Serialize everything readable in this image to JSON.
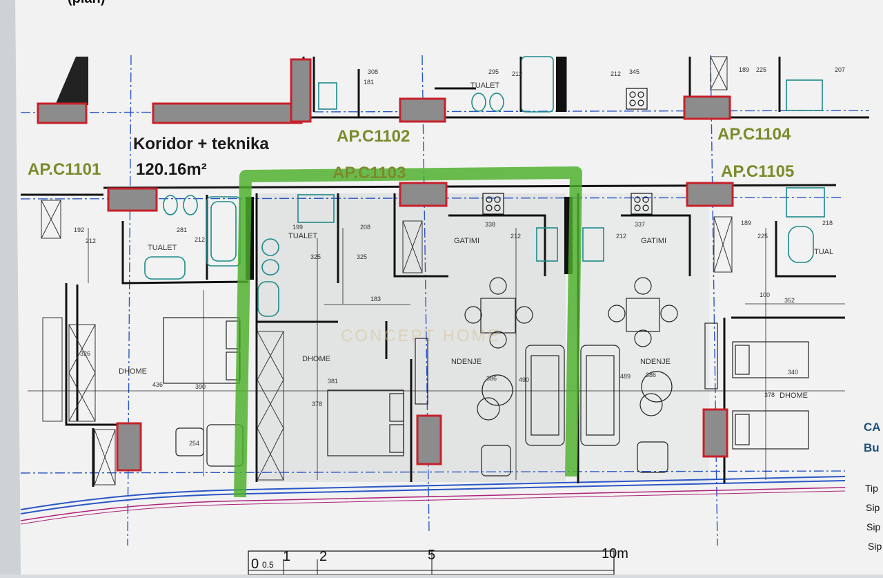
{
  "header": {
    "cut_title": "(plan)"
  },
  "corridor": {
    "title": "Koridor + teknika",
    "area": "120.16m²"
  },
  "apartments": {
    "c1101": "AP.C1101",
    "c1102": "AP.C1102",
    "c1103": "AP.C1103",
    "c1104": "AP.C1104",
    "c1105": "AP.C1105"
  },
  "rooms": {
    "tualet_top": "TUALET",
    "tualet_1101": "TUALET",
    "tualet_1103": "TUALET",
    "tual_1105": "TUAL",
    "gatimi_1": "GATIMI",
    "gatimi_2": "GATIMI",
    "dhome_1101": "DHOME",
    "dhome_1103": "DHOME",
    "dhome_1105": "DHOME",
    "ndenje_1": "NDENJE",
    "ndenje_2": "NDENJE"
  },
  "dims": {
    "d308": "308",
    "d181": "181",
    "d295": "295",
    "d212a": "212",
    "d212b": "212",
    "d345": "345",
    "d189a": "189",
    "d225a": "225",
    "d207": "207",
    "d192": "192",
    "d212c": "212",
    "d281": "281",
    "d212d": "212",
    "d199": "199",
    "d208": "208",
    "d338": "338",
    "d212e": "212",
    "d337": "337",
    "d212f": "212",
    "d189b": "189",
    "d225b": "225",
    "d218": "218",
    "d325a": "325",
    "d325b": "325",
    "d183": "183",
    "d100": "100",
    "d352": "352",
    "d326": "326",
    "d436": "436",
    "d390": "390",
    "d381": "381",
    "d378a": "378",
    "d386a": "386",
    "d490": "490",
    "d386b": "386",
    "d489": "489",
    "d340": "340",
    "d378b": "378",
    "d254": "254"
  },
  "watermark": "CONCEPT HOME",
  "scale_bar": {
    "l0": "0",
    "l05": "0.5",
    "l1": "1",
    "l2": "2",
    "l5": "5",
    "l10": "10m"
  },
  "side_notes": {
    "ca": "CA",
    "bu": "Bu",
    "tip": "Tip",
    "sip1": "Sip",
    "sip2": "Sip",
    "sip3": "Sip"
  },
  "colors": {
    "paper": "#f1f2f1",
    "wall": "#111111",
    "shaft_fill": "#8c8c8c",
    "shaft_border": "#c8202a",
    "highlight": "#4caf2a",
    "axis": "#2a56c6",
    "fixture": "#1b8a8a",
    "apt_label": "#7d8a2a"
  }
}
